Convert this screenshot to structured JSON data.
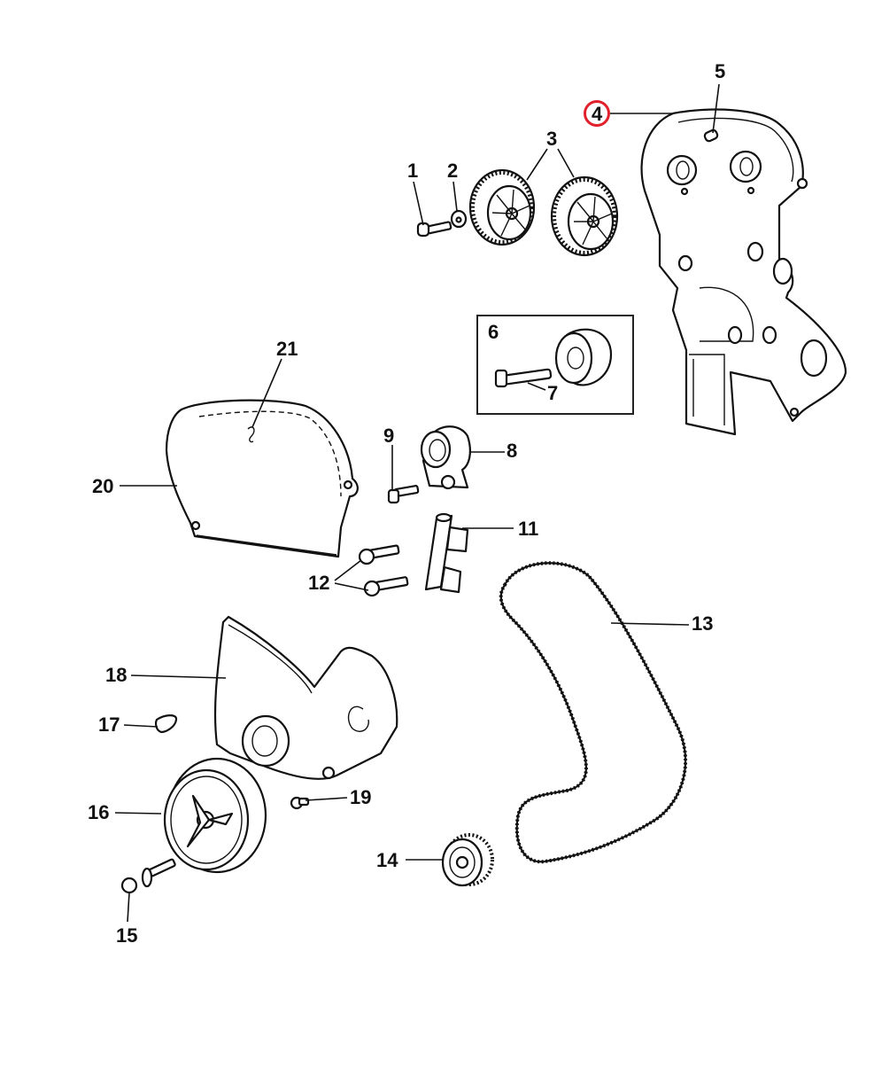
{
  "diagram": {
    "title": "Timing belt components exploded view",
    "highlight_color": "#e0202a",
    "highlighted_part": "4",
    "parts": [
      {
        "id": "1",
        "label": "1",
        "name": "bolt"
      },
      {
        "id": "2",
        "label": "2",
        "name": "washer"
      },
      {
        "id": "3",
        "label": "3",
        "name": "camshaft-sprockets"
      },
      {
        "id": "4",
        "label": "4",
        "name": "rear-timing-cover"
      },
      {
        "id": "5",
        "label": "5",
        "name": "dowel"
      },
      {
        "id": "6",
        "label": "6",
        "name": "idler-pulley-kit"
      },
      {
        "id": "7",
        "label": "7",
        "name": "idler-bolt"
      },
      {
        "id": "8",
        "label": "8",
        "name": "tensioner-pulley"
      },
      {
        "id": "9",
        "label": "9",
        "name": "tensioner-bolt"
      },
      {
        "id": "11",
        "label": "11",
        "name": "tensioner-damper"
      },
      {
        "id": "12",
        "label": "12",
        "name": "damper-bolts"
      },
      {
        "id": "13",
        "label": "13",
        "name": "timing-belt"
      },
      {
        "id": "14",
        "label": "14",
        "name": "crankshaft-sprocket"
      },
      {
        "id": "15",
        "label": "15",
        "name": "crank-bolt-washer"
      },
      {
        "id": "16",
        "label": "16",
        "name": "crankshaft-pulley"
      },
      {
        "id": "17",
        "label": "17",
        "name": "woodruff-key"
      },
      {
        "id": "18",
        "label": "18",
        "name": "lower-timing-cover"
      },
      {
        "id": "19",
        "label": "19",
        "name": "cover-bolt"
      },
      {
        "id": "20",
        "label": "20",
        "name": "upper-timing-cover"
      },
      {
        "id": "21",
        "label": "21",
        "name": "cover-plug"
      }
    ]
  }
}
